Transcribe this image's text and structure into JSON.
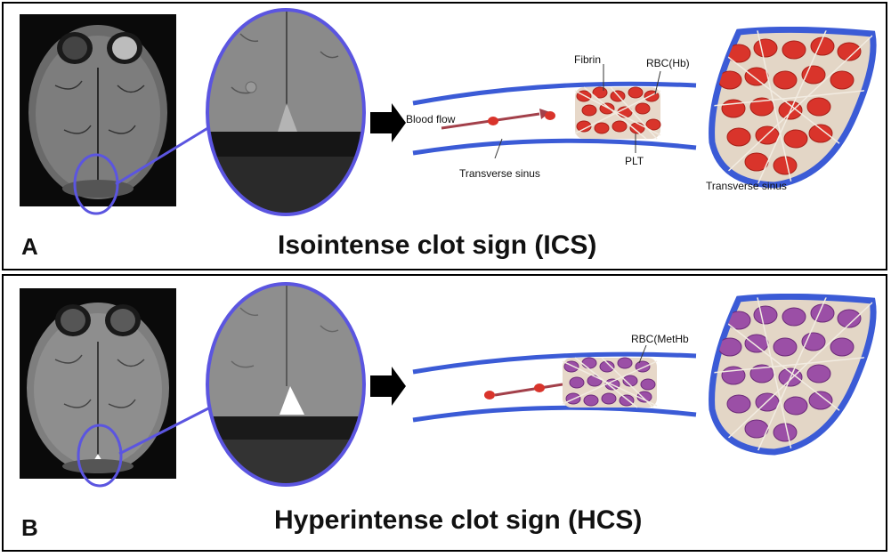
{
  "panels": [
    {
      "letter": "A",
      "title": "Isointense clot sign (ICS)",
      "labels": {
        "fibrin": "Fibrin",
        "rbc": "RBC(Hb)",
        "blood_flow": "Blood flow",
        "plt": "PLT",
        "transverse_sinus_vessel": "Transverse sinus",
        "transverse_sinus_cross": "Transverse sinus"
      },
      "clot_color": "#d9342b"
    },
    {
      "letter": "B",
      "title": "Hyperintense clot sign (HCS)",
      "labels": {
        "rbc": "RBC(MetHb"
      },
      "clot_color": "#9b4fa6"
    }
  ],
  "colors": {
    "highlight_circle": "#5b55e0",
    "vessel_wall": "#3b5bd6",
    "arrow": "#000000"
  }
}
